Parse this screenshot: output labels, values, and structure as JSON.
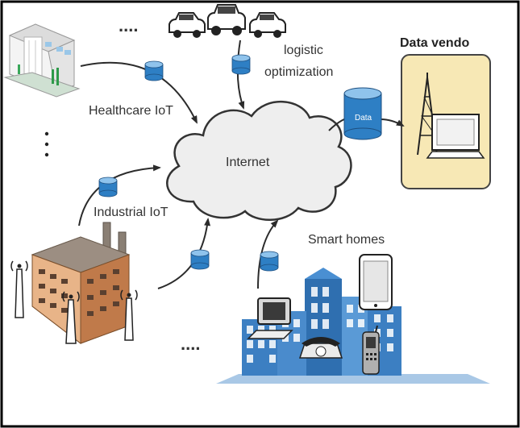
{
  "labels": {
    "healthcare": "Healthcare IoT",
    "logistic_line1": "logistic",
    "logistic_line2": "optimization",
    "industrial": "Industrial IoT",
    "internet": "Internet",
    "data": "Data",
    "data_vendo": "Data vendo",
    "smart_homes": "Smart homes"
  },
  "ellipses": {
    "top": "....",
    "left": "⋮",
    "bottom": "...."
  },
  "colors": {
    "cylinder": "#2e7fc4",
    "cylinder_top": "#8fc3ec",
    "data_vendo_panel": "#f7e8b5",
    "cloud_fill": "#eeeeee",
    "city_blue": "#3c7fc2",
    "arrow": "#2b2b2b"
  },
  "icons": [
    "hospital-icon",
    "cars-icon",
    "factory-icon",
    "tower-icon",
    "computer-icon",
    "city-icon",
    "phone-icon",
    "cloud-icon"
  ]
}
